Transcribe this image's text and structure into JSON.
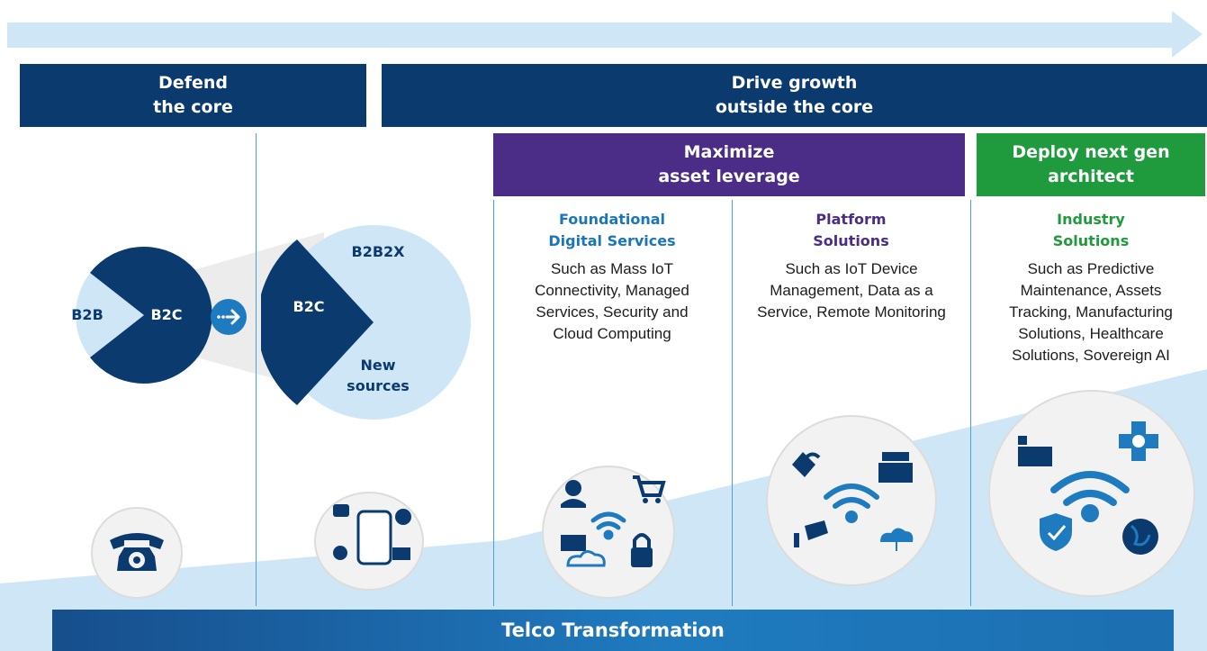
{
  "headers": {
    "defend": {
      "line1": "Defend",
      "line2": "the core"
    },
    "drive": {
      "line1": "Drive growth",
      "line2": "outside the core"
    },
    "maximize": {
      "line1": "Maximize",
      "line2": "asset leverage"
    },
    "deploy": {
      "line1": "Deploy next gen",
      "line2": "architect"
    }
  },
  "columns": [
    {
      "title_line1": "Foundational",
      "title_line2": "Digital Services",
      "desc": [
        "Such as Mass IoT",
        "Connectivity, Managed",
        "Services, Security and",
        "Cloud Computing"
      ]
    },
    {
      "title_line1": "Platform",
      "title_line2": "Solutions",
      "desc": [
        "Such as IoT Device",
        "Management, Data as a",
        "Service, Remote  Monitoring"
      ]
    },
    {
      "title_line1": "Industry",
      "title_line2": "Solutions",
      "desc": [
        "Such as Predictive",
        "Maintenance, Assets",
        "Tracking, Manufacturing",
        "Solutions, Healthcare",
        "Solutions,  Sovereign AI"
      ]
    }
  ],
  "pies": {
    "left": {
      "b2b": "B2B",
      "b2c": "B2C"
    },
    "right": {
      "b2b2x": "B2B2X",
      "b2c": "B2C",
      "new_line1": "New",
      "new_line2": "sources"
    }
  },
  "footer": {
    "label": "Telco Transformation"
  },
  "colors": {
    "navy": "#0b3a6e",
    "purple": "#4b2c86",
    "green": "#1f9a3c",
    "light_blue": "#cfe6f7",
    "mid_blue": "#1f7bbf",
    "teal_title": "#1a76b8"
  },
  "icons": [
    "telephone-icon",
    "smartphone-social-icon",
    "headset-agent-icon",
    "cart-icon",
    "wifi-icon",
    "laptop-cloud-icon",
    "lock-icon",
    "satellite-icon",
    "cash-register-icon",
    "cctv-camera-icon",
    "cloud-network-icon",
    "factory-icon",
    "medical-cross-icon",
    "shield-check-icon",
    "globe-icon",
    "arrow-right-icon"
  ]
}
